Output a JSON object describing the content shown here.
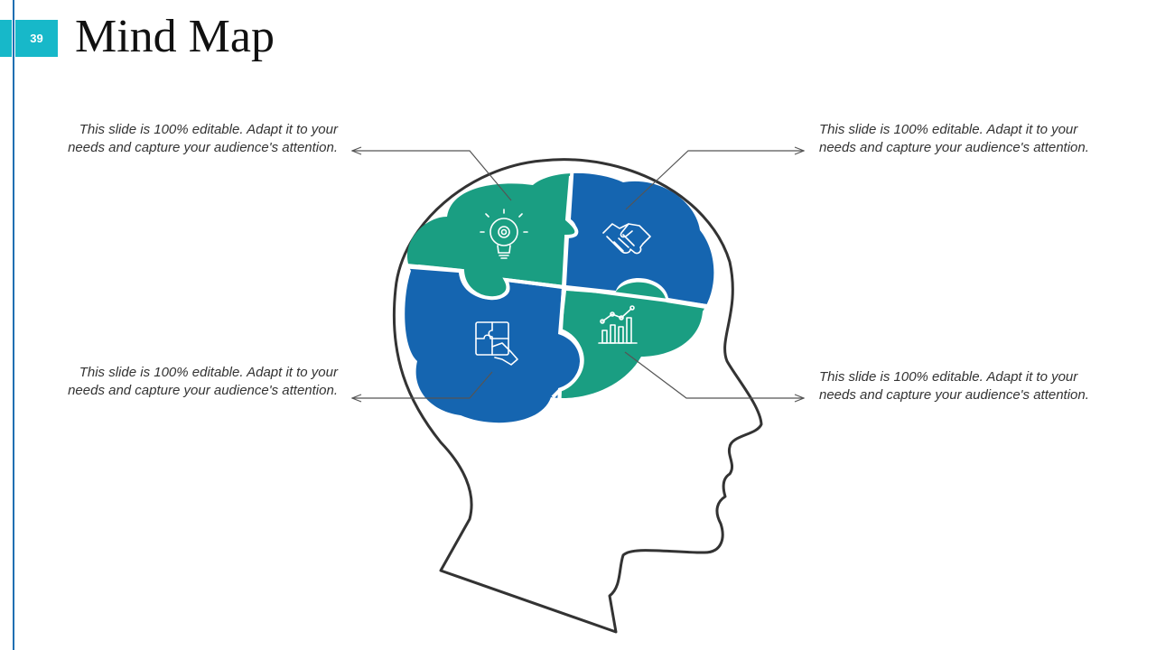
{
  "slide_number": "39",
  "title": "Mind Map",
  "callouts": [
    {
      "text": "This slide is 100% editable. Adapt it to your needs and capture your audience's attention."
    },
    {
      "text": "This slide is 100% editable. Adapt it to your needs and capture your audience's attention."
    },
    {
      "text": "This slide is 100% editable. Adapt it to your needs and capture your audience's attention."
    },
    {
      "text": "This slide is 100% editable. Adapt it to your needs and capture your audience's attention."
    }
  ],
  "icons": [
    "lightbulb-gear-icon",
    "handshake-icon",
    "puzzle-hand-icon",
    "growth-chart-icon"
  ],
  "colors": {
    "accent": "#17b8c9",
    "teal": "#1a9e82",
    "blue": "#1565b0",
    "outline": "#333333"
  }
}
